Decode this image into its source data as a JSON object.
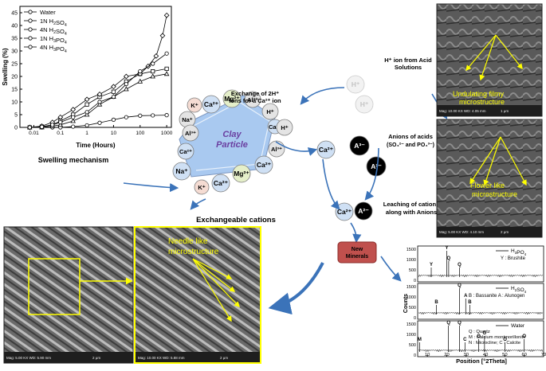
{
  "swelling_chart": {
    "legend": [
      "Water",
      "1N H2SO4",
      "4N H2SO4",
      "1N H3PO4",
      "4N H3PO4"
    ],
    "ylabel": "Swelling (%)",
    "xlabel": "Time (Hours)",
    "y_ticks": [
      "0",
      "5",
      "10",
      "15",
      "20",
      "25",
      "30",
      "35",
      "40",
      "45"
    ],
    "x_ticks": [
      "0.01",
      "0.1",
      "1",
      "10",
      "100",
      "1000"
    ],
    "chart_data": {
      "type": "scatter",
      "xscale": "log",
      "xlim": [
        0.003,
        1500
      ],
      "ylim": [
        0,
        45
      ],
      "series": [
        {
          "name": "Water",
          "points": [
            [
              0.007,
              0
            ],
            [
              0.02,
              0
            ],
            [
              0.05,
              0
            ],
            [
              0.1,
              0
            ],
            [
              0.3,
              0.3
            ],
            [
              1,
              0.8
            ],
            [
              3,
              1.8
            ],
            [
              10,
              3
            ],
            [
              30,
              4
            ],
            [
              100,
              4.6
            ],
            [
              300,
              4.7
            ],
            [
              1000,
              4.8
            ]
          ]
        },
        {
          "name": "1N H2SO4",
          "points": [
            [
              0.007,
              0
            ],
            [
              0.02,
              0.3
            ],
            [
              0.05,
              1
            ],
            [
              0.1,
              2.5
            ],
            [
              0.3,
              5
            ],
            [
              1,
              9
            ],
            [
              3,
              12
            ],
            [
              10,
              14
            ],
            [
              30,
              18
            ],
            [
              100,
              21
            ],
            [
              300,
              22
            ],
            [
              1000,
              23
            ]
          ]
        },
        {
          "name": "4N H2SO4",
          "points": [
            [
              0.007,
              0
            ],
            [
              0.02,
              0.5
            ],
            [
              0.05,
              2
            ],
            [
              0.1,
              4
            ],
            [
              0.3,
              7
            ],
            [
              1,
              11
            ],
            [
              3,
              13
            ],
            [
              10,
              16
            ],
            [
              30,
              20
            ],
            [
              100,
              21
            ],
            [
              200,
              24
            ],
            [
              400,
              28
            ],
            [
              700,
              36
            ],
            [
              1000,
              44
            ]
          ]
        },
        {
          "name": "1N H3PO4",
          "points": [
            [
              0.007,
              0
            ],
            [
              0.02,
              0
            ],
            [
              0.05,
              0.5
            ],
            [
              0.1,
              1
            ],
            [
              0.3,
              2.5
            ],
            [
              1,
              5
            ],
            [
              3,
              9
            ],
            [
              10,
              12
            ],
            [
              30,
              15
            ],
            [
              100,
              18
            ],
            [
              300,
              20
            ],
            [
              1000,
              21
            ]
          ]
        },
        {
          "name": "4N H3PO4",
          "points": [
            [
              0.007,
              0
            ],
            [
              0.02,
              0.2
            ],
            [
              0.05,
              1
            ],
            [
              0.1,
              2
            ],
            [
              0.3,
              4
            ],
            [
              1,
              6
            ],
            [
              3,
              10
            ],
            [
              10,
              12
            ],
            [
              30,
              17
            ],
            [
              100,
              22
            ],
            [
              300,
              25
            ],
            [
              1000,
              29
            ]
          ]
        }
      ]
    }
  },
  "labels": {
    "swelling_mechanism": "Swelling mechanism",
    "exchangeable_cations": "Exchangeable cations",
    "exchange": [
      "Exchange of 2H⁺",
      "ions for a Ca²⁺ ion"
    ],
    "h_ion_source": [
      "H⁺ ion from Acid",
      "Solutions"
    ],
    "anions": [
      "Anions of acids",
      "(SO₄²⁻ and PO₄³⁻)"
    ],
    "leaching": [
      "Leaching of cations",
      "along with Anions"
    ],
    "clay_particle": [
      "Clay",
      "Particle"
    ],
    "new_minerals": [
      "New",
      "Minerals"
    ],
    "undulating": [
      "Undulating filmy",
      "microstructure"
    ],
    "flower": [
      "Flower like",
      "microstructure"
    ],
    "needle": [
      "Needle like",
      "microstructure"
    ]
  },
  "ions": {
    "h": "H⁺",
    "ca": "Ca²⁺",
    "mg": "Mg²⁺",
    "al": "Al³⁺",
    "na": "Na⁺",
    "k": "K⁺",
    "a3": "A³⁻",
    "a2": "A²⁻"
  },
  "colors": {
    "clay": "#a9c9f0",
    "ion_blue": "#cfe0f4",
    "ion_pink": "#f5dcd3",
    "ion_gray": "#e4e4e4",
    "ion_green": "#e5efc9",
    "new_minerals": "#c0504d",
    "annotation_yellow": "#ffff00",
    "arrow_blue": "#3b73b9"
  },
  "xrd_chart": {
    "ylabel": "Counts",
    "xlabel": "Position [°2Theta]",
    "x_ticks": [
      "10",
      "20",
      "30",
      "40",
      "50",
      "60",
      "70"
    ],
    "panels": [
      {
        "legend": "H3PO4",
        "note": "Y : Brushite",
        "y_ticks": [
          "1500",
          "1000",
          "500",
          "0"
        ],
        "peaks": [
          "Y",
          "Y",
          "Q",
          "Q"
        ]
      },
      {
        "legend": "H2SO4",
        "note": "B : Bassanite  A : Alunogen",
        "y_ticks": [
          "1500",
          "1000",
          "500",
          "0"
        ],
        "peaks": [
          "B",
          "Q",
          "A",
          "B"
        ]
      },
      {
        "legend": "Water",
        "note": [
          "Q : Quartz",
          "M : Calcium montmorillonite",
          "N : Microcline; C : Calcite"
        ],
        "y_ticks": [
          "1500",
          "1000",
          "500",
          "0"
        ],
        "peaks": [
          "M",
          "Q",
          "Q",
          "C",
          "O",
          "O",
          "O",
          "O"
        ]
      }
    ]
  },
  "sem_captions": {
    "top": "Mag: 10.00 KX   WD: 4.05 mm",
    "mid": "Mag: 5.00 KX   WD: 4.10 mm",
    "left": "Mag: 5.00 KX   WD: 5.90 mm",
    "right": "Mag: 10.00 KX   WD: 5.88 mm",
    "scale_top": "1 μm",
    "scale_other": "2 μm"
  }
}
